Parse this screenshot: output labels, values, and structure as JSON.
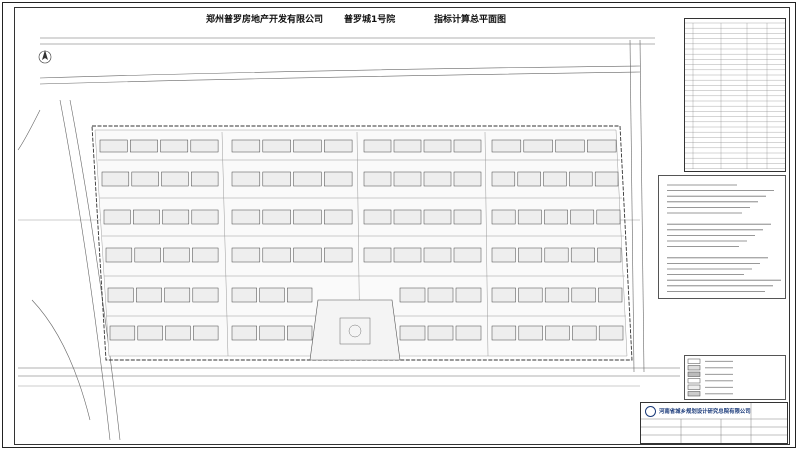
{
  "header": {
    "developer": "郑州普罗房地产开发有限公司",
    "project": "普罗城1号院",
    "drawing": "指标计算总平面图"
  },
  "title_block": {
    "institute": "河南省城乡规划设计研究总院有限公司"
  },
  "colors": {
    "line": "#555555",
    "frame": "#222222",
    "title": "#111111",
    "institute": "#1a3a7a"
  },
  "icons": [
    "north-arrow-icon",
    "institute-logo-icon"
  ]
}
